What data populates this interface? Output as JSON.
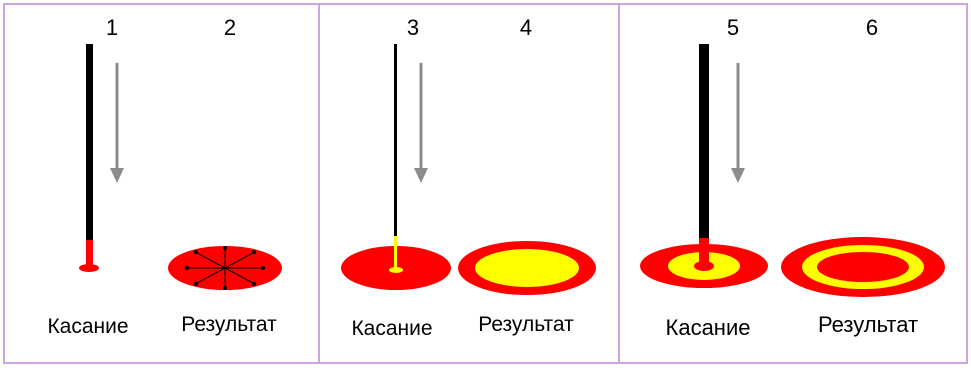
{
  "colors": {
    "panel_border": "#C9A6E0",
    "rod": "#000000",
    "red": "#FF0000",
    "yellow": "#FFFF00",
    "arrow": "#8C8C8C",
    "text": "#000000",
    "divider": "#C9A6E0"
  },
  "panels": [
    {
      "numbers": [
        "1",
        "2"
      ],
      "touch_label": "Касание",
      "result_label": "Результат"
    },
    {
      "numbers": [
        "3",
        "4"
      ],
      "touch_label": "Касание",
      "result_label": "Результат"
    },
    {
      "numbers": [
        "5",
        "6"
      ],
      "touch_label": "Касание",
      "result_label": "Результат"
    }
  ],
  "icons": {
    "arrow": "down-arrow-icon",
    "rod": "rod-icon",
    "spot": "spot-icon"
  }
}
